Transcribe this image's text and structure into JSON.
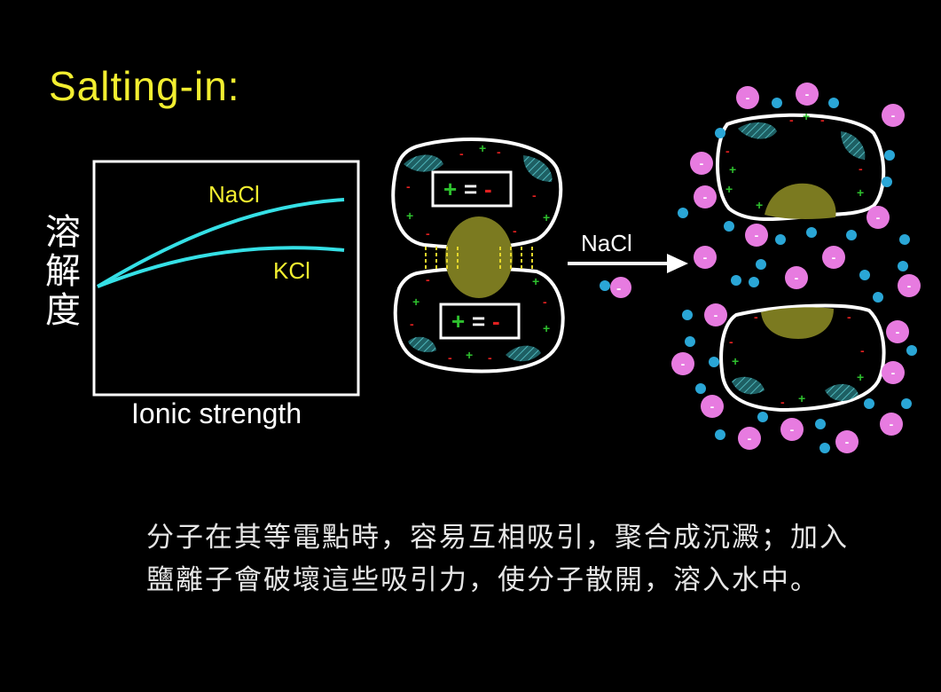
{
  "title": "Salting-in:",
  "chart": {
    "ylabel_chars": [
      "溶",
      "解",
      "度"
    ],
    "xlabel": "Ionic strength",
    "series": [
      {
        "name": "NaCl",
        "color": "#35e0e6"
      },
      {
        "name": "KCl",
        "color": "#35e0e6"
      }
    ]
  },
  "diagram": {
    "pair_label": "+=-",
    "pair_plus": "+",
    "pair_eq": "=",
    "pair_minus": "-",
    "arrow_label": "NaCl",
    "ion_minus": "-",
    "ion_plus": "+"
  },
  "colors": {
    "title": "#f2ee30",
    "curve": "#35e0e6",
    "cation": "#2aa6d6",
    "anion": "#e77be0",
    "protein_core": "#7b7a20",
    "surface_minus": "#e12020",
    "surface_plus": "#2ec02e",
    "patch": "#2e8a8e"
  },
  "caption": {
    "line1": "分子在其等電點時，容易互相吸引，聚合成沉澱；加入",
    "line2": "鹽離子會破壞這些吸引力，使分子散開，溶入水中。"
  }
}
